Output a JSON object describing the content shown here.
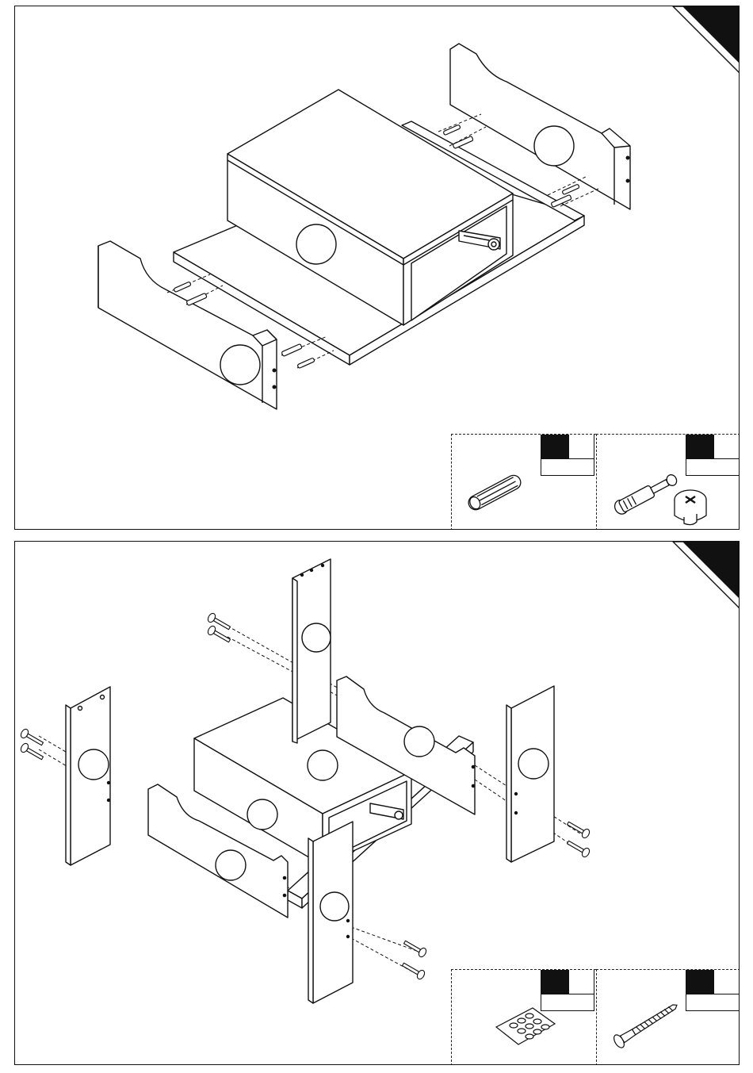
{
  "steps": [
    {
      "id": "step-a",
      "hardware": [
        "dowel",
        "cam-bolt-and-cam-lock"
      ]
    },
    {
      "id": "step-b",
      "hardware": [
        "self-adhesive-bumper-pads",
        "confirmat-screw"
      ]
    }
  ],
  "icons": [
    "step-corner-tab-icon",
    "dowel-icon",
    "cam-bolt-icon",
    "cam-lock-icon",
    "bumper-pad-sheet-icon",
    "confirmat-screw-icon"
  ],
  "colors": {
    "line": "#111111",
    "fill": "#ffffff"
  }
}
